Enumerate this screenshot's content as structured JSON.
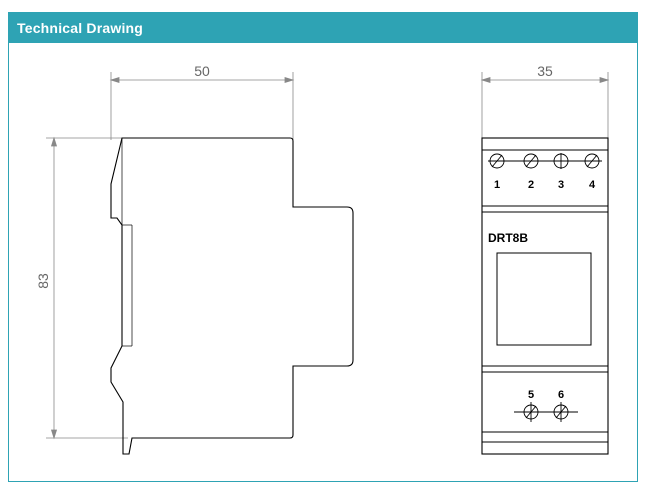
{
  "header": {
    "title": "Technical Drawing"
  },
  "side_view": {
    "width_dim": "50",
    "height_dim": "83"
  },
  "front_view": {
    "width_dim": "35",
    "model": "DRT8B",
    "top_terminals": [
      "1",
      "2",
      "3",
      "4"
    ],
    "bottom_terminals": [
      "5",
      "6"
    ]
  },
  "colors": {
    "accent": "#2ea3b4",
    "dimension": "#888888",
    "outline": "#000000"
  }
}
